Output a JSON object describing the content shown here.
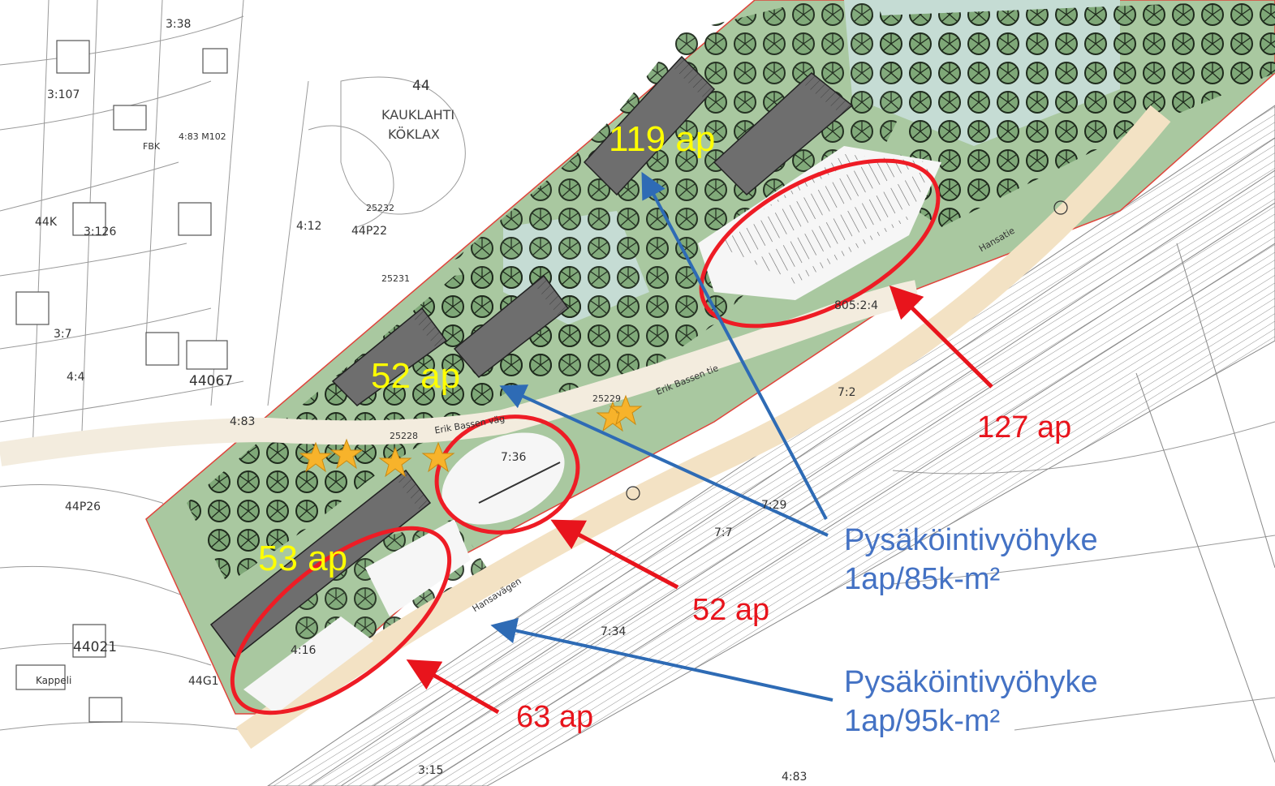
{
  "parking_labels": {
    "north_block": "119 ap",
    "middle_block": "52 ap",
    "south_block": "53 ap"
  },
  "parking_areas": {
    "east_lot": "127 ap",
    "middle_lot": "52 ap",
    "south_lot": "63 ap"
  },
  "zones": {
    "zone_a": {
      "title": "Pysäköintivyöhyke",
      "ratio": "1ap/85k-m²"
    },
    "zone_b": {
      "title": "Pysäköintivyöhyke",
      "ratio": "1ap/95k-m²"
    }
  },
  "map_text": {
    "area_name_fi": "KAUKLAHTI",
    "area_name_sv": "KÖKLAX",
    "street_1": "Erik Bassen tie",
    "street_2": "Erik Bassen väg",
    "street_3": "Hansavägen",
    "street_4": "Hansatie",
    "lot_1": "7:36",
    "lot_2": "4:16",
    "lot_3": "4:83",
    "lot_4": "7:29",
    "lot_5": "7:7",
    "lot_6": "7:2",
    "lot_7": "7:34",
    "lot_8": "3:15",
    "lot_9": "4:83",
    "lot_10": "805:2:4",
    "lot_11": "3:38",
    "lot_12": "3:107",
    "lot_13": "3:126",
    "lot_14": "4:12",
    "lot_15": "3:7",
    "lot_16": "4:4",
    "plan_1": "44P22",
    "plan_2": "44067",
    "plan_3": "44K",
    "plan_4": "44P26",
    "plan_5": "44021",
    "plan_6": "44G1",
    "plan_7": "Kappeli",
    "plan_8": "44",
    "plan_9": "25228",
    "plan_10": "25229",
    "plan_11": "25231",
    "plan_12": "25232",
    "plan_13": "4:83 M102",
    "plan_14": "FBK"
  },
  "colors": {
    "park_green": "#a9c8a0",
    "building": "#6e6e6e",
    "ellipse": "#ee1c25",
    "arrow_red": "#e8141c",
    "arrow_blue": "#2e6bb5",
    "star": "#f7b32b",
    "label_yellow": "#ffff00",
    "label_red": "#e8141c",
    "label_blue": "#4472c4"
  }
}
